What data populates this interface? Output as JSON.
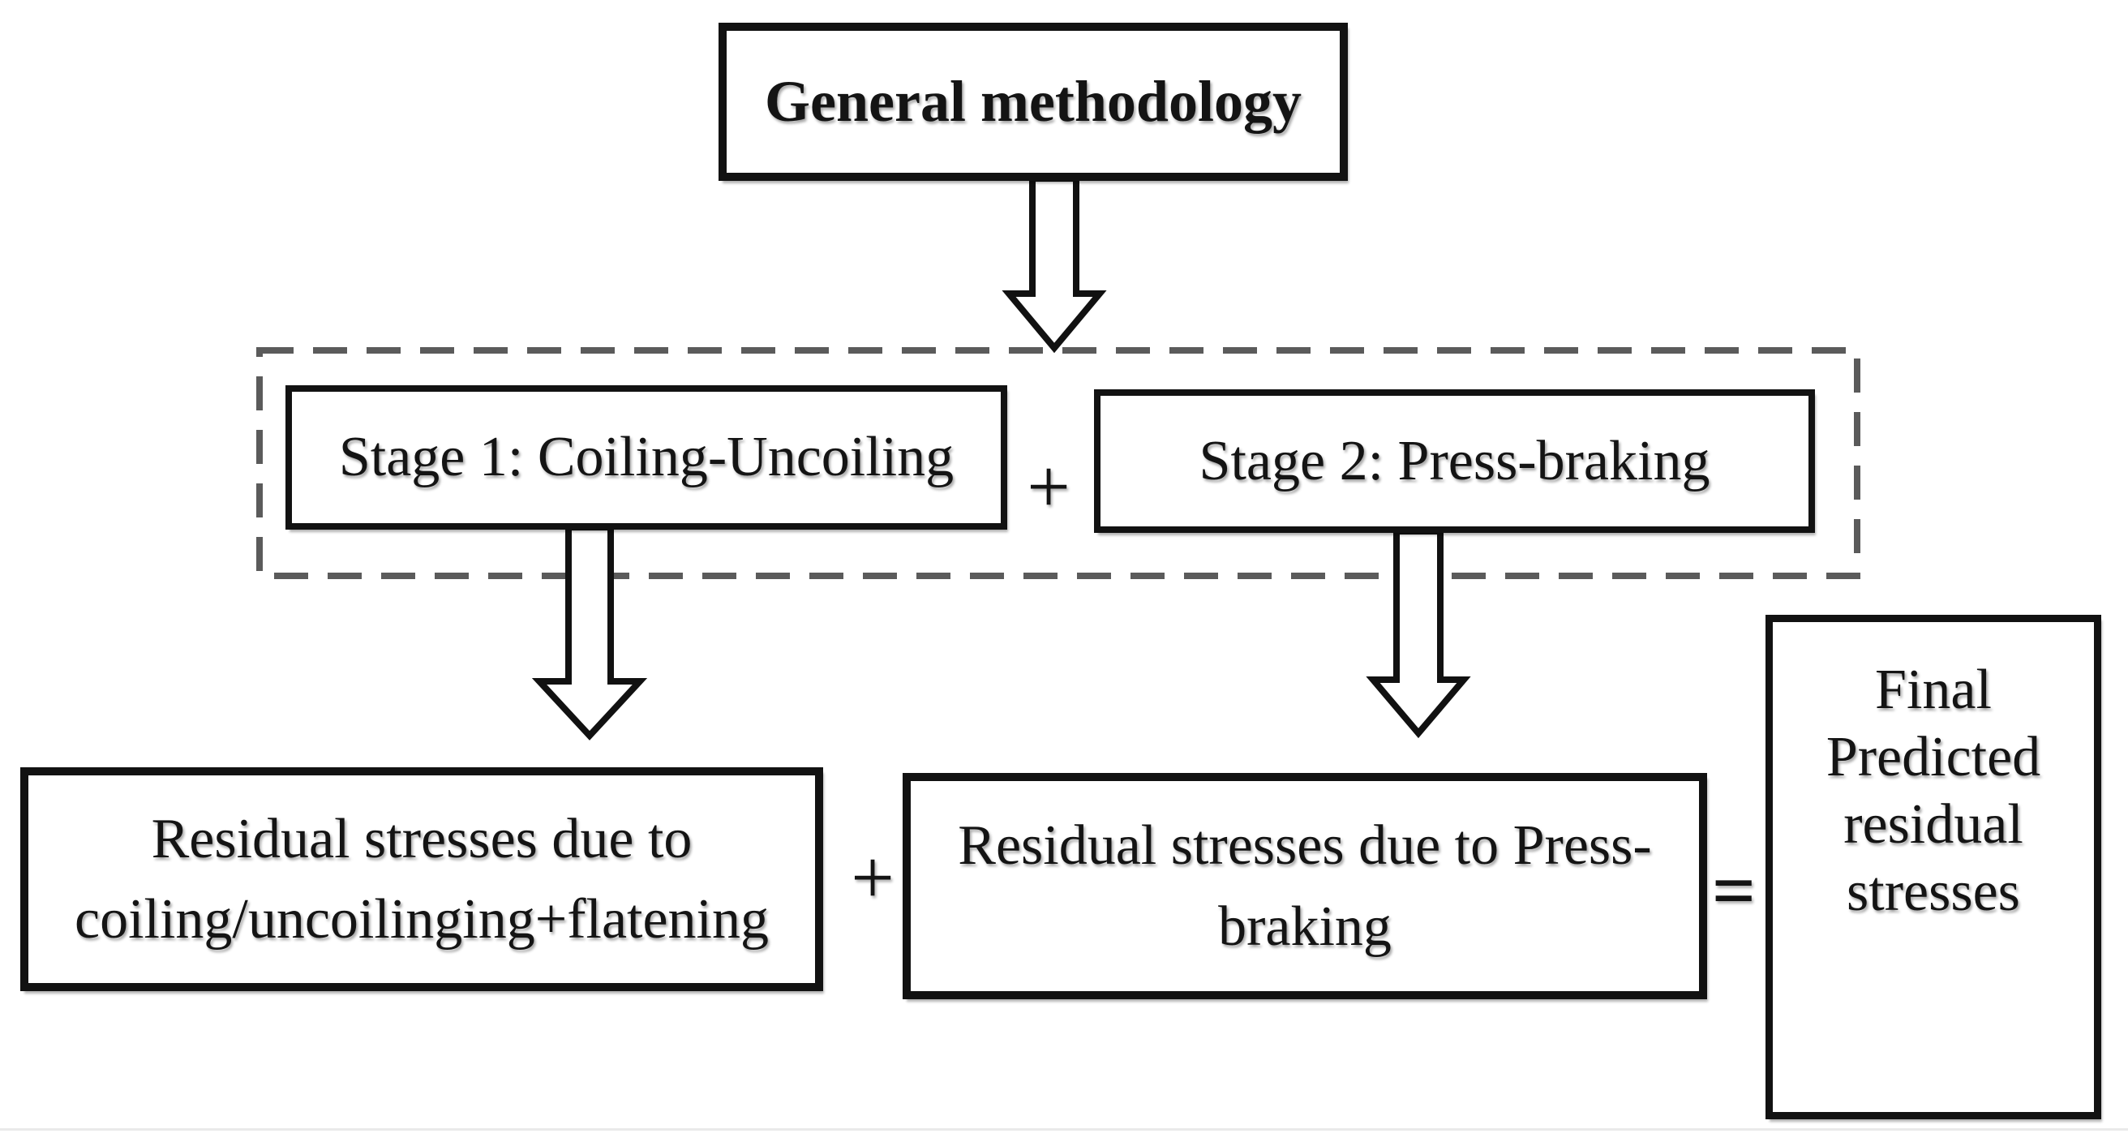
{
  "diagram": {
    "title_box": {
      "label": "General methodology"
    },
    "stage_group": {
      "stage1": {
        "label": "Stage 1: Coiling-Uncoiling"
      },
      "plus_operator": "+",
      "stage2": {
        "label": "Stage 2: Press-braking"
      }
    },
    "result_row": {
      "coiling_result": {
        "lines": [
          "Residual stresses due to",
          "coiling/uncoilinging+flatening"
        ]
      },
      "plus_operator": "+",
      "pressbraking_result": {
        "lines": [
          "Residual stresses due to Press-",
          "braking"
        ]
      },
      "equals_operator": "=",
      "final_result": {
        "lines": [
          "Final",
          "Predicted",
          "residual",
          "stresses"
        ]
      }
    },
    "colors": {
      "box_border": "#121212",
      "dashed_container_border": "#5b5b5b",
      "text": "#141414",
      "background": "#ffffff",
      "arrow_fill": "#ffffff",
      "arrow_outline": "#111111"
    }
  }
}
